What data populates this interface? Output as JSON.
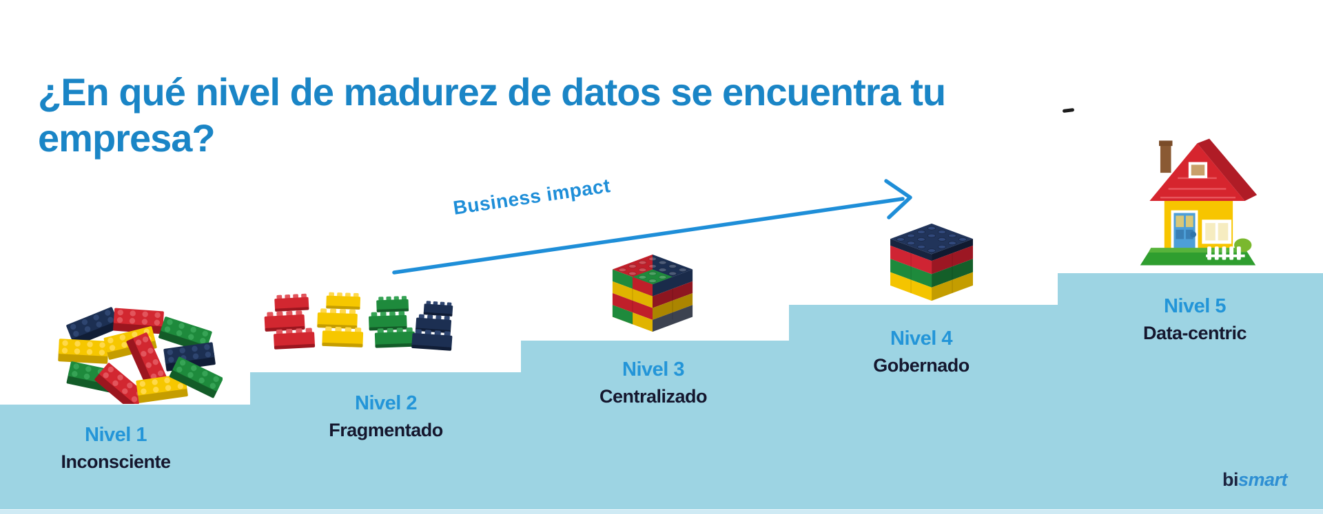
{
  "title": "¿En qué nivel de madurez de datos se encuentra tu empresa?",
  "arrow": {
    "label": "Business impact"
  },
  "levels": [
    {
      "name": "Nivel 1",
      "sublabel": "Inconsciente",
      "icon": "scattered-lego-bricks"
    },
    {
      "name": "Nivel 2",
      "sublabel": "Fragmentado",
      "icon": "fragmented-lego-clusters"
    },
    {
      "name": "Nivel 3",
      "sublabel": "Centralizado",
      "icon": "mixed-lego-cube"
    },
    {
      "name": "Nivel 4",
      "sublabel": "Gobernado",
      "icon": "layered-lego-cube"
    },
    {
      "name": "Nivel 5",
      "sublabel": "Data-centric",
      "icon": "lego-house"
    }
  ],
  "logo": {
    "part1": "bi",
    "part2": "smart"
  },
  "colors": {
    "title_blue": "#1a85c6",
    "label_blue": "#2395d8",
    "dark_text": "#15172e",
    "step_blue": "#9dd4e3",
    "bottom_strip": "#cfeaf4",
    "arrow_blue": "#1e8ed8",
    "logo_dark": "#1c2440",
    "logo_blue": "#2e8fd3",
    "lego_red": "#d22730",
    "lego_yellow": "#f6c700",
    "lego_green": "#1e8a3c",
    "lego_navy": "#1c2f52"
  }
}
